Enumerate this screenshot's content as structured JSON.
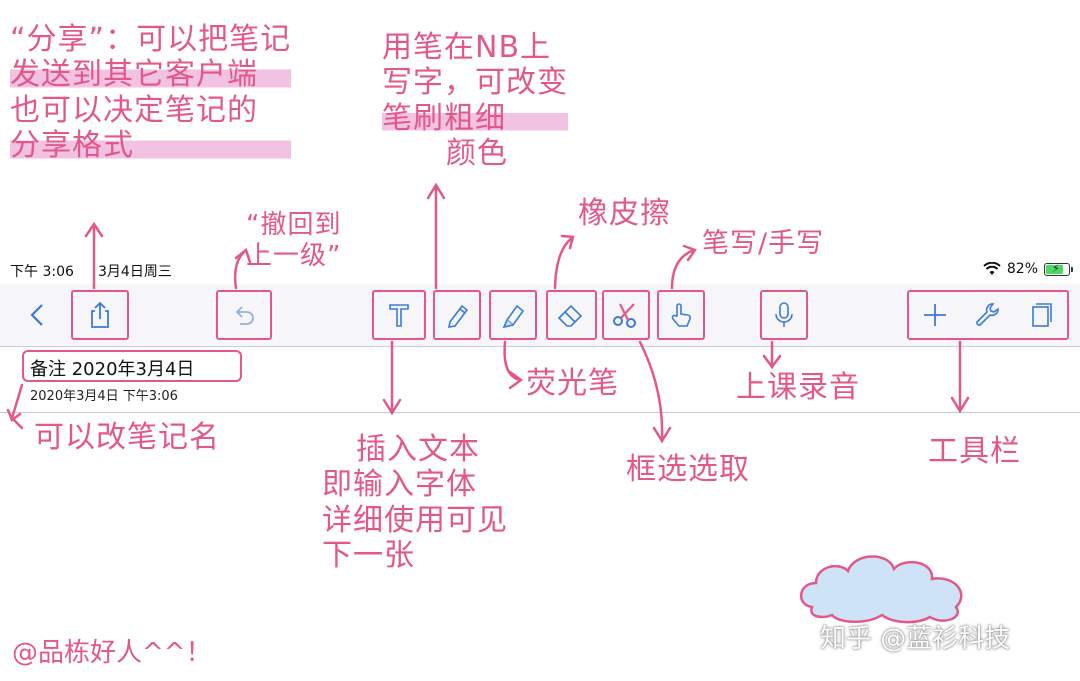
{
  "status_bar": {
    "time": "下午 3:06",
    "date": "3月4日周三",
    "battery_percent": "82%",
    "battery_level": 0.82
  },
  "toolbar": {
    "back": "back-chevron-icon",
    "share": "share-icon",
    "undo": "undo-icon",
    "text": "text-tool-icon",
    "pen": "pen-icon",
    "highlighter": "highlighter-icon",
    "eraser": "eraser-icon",
    "lasso": "scissors-icon",
    "hand": "hand-icon",
    "mic": "mic-icon",
    "add": "plus-icon",
    "tools": "wrench-icon",
    "pages": "pages-icon"
  },
  "note": {
    "title": "备注 2020年3月4日",
    "subtitle": "2020年3月4日 下午3:06"
  },
  "annotations": {
    "share_line1": "“分享”：可以把笔记",
    "share_line2": "发送到其它客户端",
    "share_line3": "也可以决定笔记的",
    "share_line4": "分享格式",
    "undo_line1": "“撤回到",
    "undo_line2": "上一级”",
    "pen_line1": "用笔在NB上",
    "pen_line2": "写字，可改变",
    "pen_line3": "笔刷粗细",
    "pen_line4": "颜色",
    "eraser": "橡皮擦",
    "hand": "笔写/手写",
    "highlighter": "荧光笔",
    "lasso": "框选选取",
    "mic": "上课录音",
    "toolbar": "工具栏",
    "rename": "可以改笔记名",
    "text_line1": "插入文本",
    "text_line2": "即输入字体",
    "text_line3": "详细使用可见",
    "text_line4": "下一张",
    "credit": "@品栋好人^^！"
  },
  "watermark": "知乎 @蓝衫科技",
  "colors": {
    "accent_blue": "#3b7bd8",
    "annotation_pink": "#e2588a",
    "highlight": "#e178be",
    "cloud": "#cfe3f7"
  }
}
